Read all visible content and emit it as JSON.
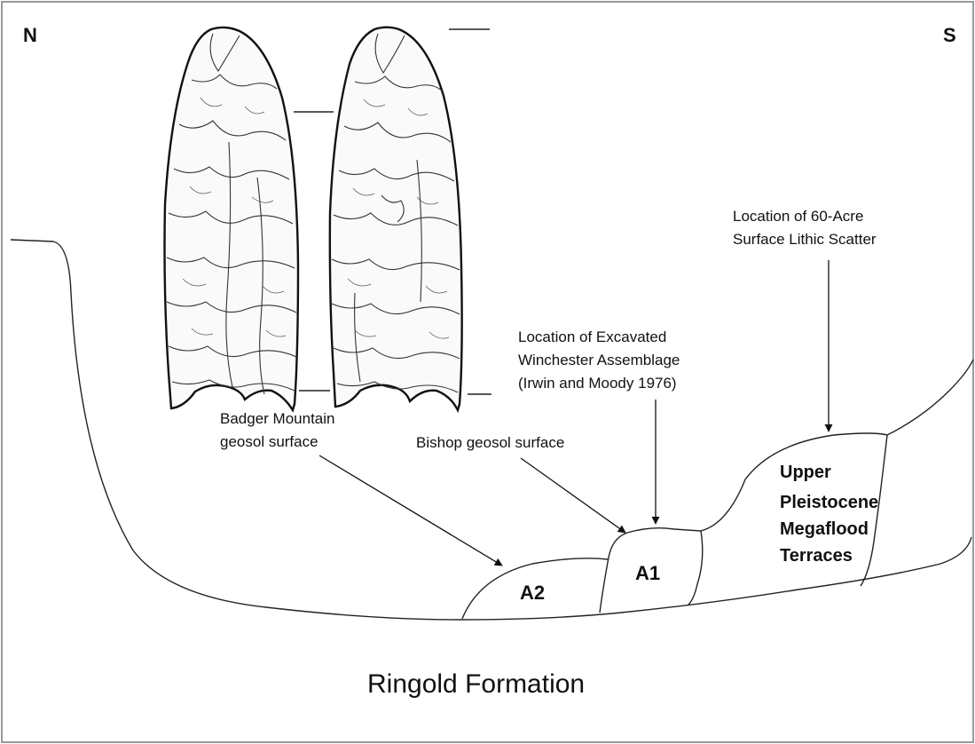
{
  "compass": {
    "north": "N",
    "south": "S"
  },
  "labels": {
    "lithic_scatter": [
      "Location of 60-Acre",
      "Surface Lithic Scatter"
    ],
    "excavated": [
      "Location of Excavated",
      "Winchester Assemblage",
      "(Irwin and Moody 1976)"
    ],
    "badger": [
      "Badger Mountain",
      "geosol surface"
    ],
    "bishop": "Bishop geosol surface",
    "terraces": [
      "Upper",
      "Pleistocene",
      "Megaflood",
      "Terraces"
    ],
    "a1": "A1",
    "a2": "A2",
    "ringold": "Ringold Formation"
  },
  "artifact_images": [
    "clovis-point-face-a",
    "clovis-point-face-b"
  ],
  "colors": {
    "ink": "#111111",
    "frame": "#9a9a9a",
    "background": "#ffffff"
  }
}
